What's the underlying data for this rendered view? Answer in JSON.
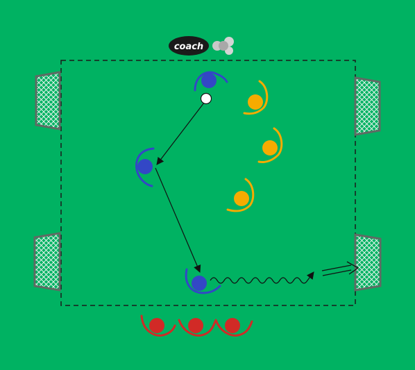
{
  "brand": {
    "logo_text": "coach"
  },
  "colors": {
    "pitch": "#00b262",
    "boundary": "#1a1a1a",
    "goal_frame": "#5f6b64",
    "goal_net": "#e8f3ec",
    "attacker": "#3347c6",
    "defender": "#f6ab00",
    "waiting": "#d12a26",
    "ball": "#ffffff",
    "logo_bg": "#1a1a1a",
    "logo_text": "#ffffff",
    "logo_dots": "#c8c8c8"
  },
  "drill": {
    "goals": [
      "top-left",
      "bottom-left",
      "top-right",
      "bottom-right"
    ],
    "players": {
      "attackers": 3,
      "defenders": 3,
      "waiting_queue": 3
    },
    "actions": [
      {
        "type": "pass",
        "from": "attacker-1",
        "to": "attacker-2"
      },
      {
        "type": "run",
        "from": "attacker-2",
        "to": "attacker-3"
      },
      {
        "type": "dribble",
        "from": "attacker-3",
        "to": "right-goals"
      },
      {
        "type": "shot",
        "target": "bottom-right-goal"
      }
    ]
  }
}
